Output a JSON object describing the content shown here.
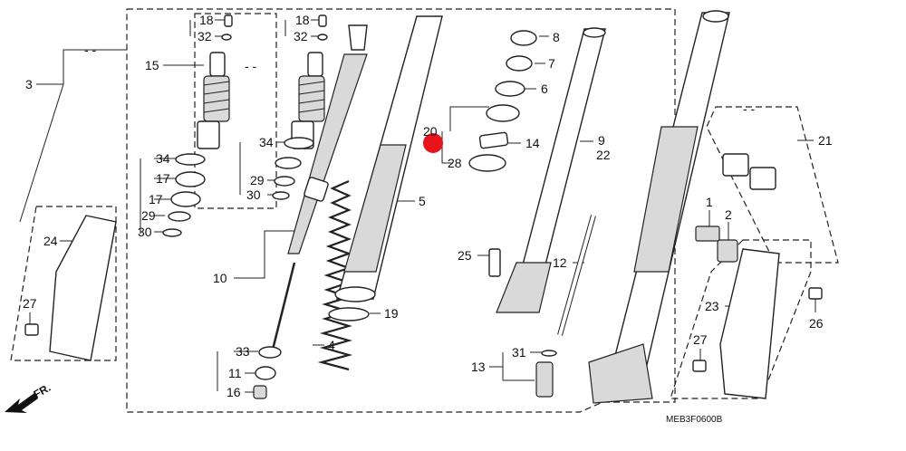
{
  "diagram": {
    "title_code": "MEB3F0600B",
    "direction_label": "FR.",
    "dash_mark": "- -",
    "callouts": [
      {
        "id": "c18a",
        "text": "18"
      },
      {
        "id": "c32a",
        "text": "32"
      },
      {
        "id": "c18b",
        "text": "18"
      },
      {
        "id": "c32b",
        "text": "32"
      },
      {
        "id": "c15",
        "text": "15"
      },
      {
        "id": "c3",
        "text": "3"
      },
      {
        "id": "c34a",
        "text": "34"
      },
      {
        "id": "c17a",
        "text": "17"
      },
      {
        "id": "c17b",
        "text": "17"
      },
      {
        "id": "c29a",
        "text": "29"
      },
      {
        "id": "c30a",
        "text": "30"
      },
      {
        "id": "c34b",
        "text": "34"
      },
      {
        "id": "c29b",
        "text": "29"
      },
      {
        "id": "c30b",
        "text": "30"
      },
      {
        "id": "c24",
        "text": "24"
      },
      {
        "id": "c27a",
        "text": "27"
      },
      {
        "id": "c10",
        "text": "10"
      },
      {
        "id": "c33",
        "text": "33"
      },
      {
        "id": "c11",
        "text": "11"
      },
      {
        "id": "c16",
        "text": "16"
      },
      {
        "id": "c4",
        "text": "4"
      },
      {
        "id": "c19",
        "text": "19"
      },
      {
        "id": "c5",
        "text": "5"
      },
      {
        "id": "c20",
        "text": "20"
      },
      {
        "id": "c28",
        "text": "28"
      },
      {
        "id": "c14",
        "text": "14"
      },
      {
        "id": "c8",
        "text": "8"
      },
      {
        "id": "c7",
        "text": "7"
      },
      {
        "id": "c6",
        "text": "6"
      },
      {
        "id": "c9",
        "text": "9"
      },
      {
        "id": "c22",
        "text": "22"
      },
      {
        "id": "c25",
        "text": "25"
      },
      {
        "id": "c12",
        "text": "12"
      },
      {
        "id": "c31",
        "text": "31"
      },
      {
        "id": "c13",
        "text": "13"
      },
      {
        "id": "c21",
        "text": "21"
      },
      {
        "id": "c1",
        "text": "1"
      },
      {
        "id": "c2",
        "text": "2"
      },
      {
        "id": "c23",
        "text": "23"
      },
      {
        "id": "c26",
        "text": "26"
      },
      {
        "id": "c27b",
        "text": "27"
      }
    ],
    "colors": {
      "line": "#222222",
      "highlight": "#e8141c",
      "shade": "#d9d9d9"
    }
  }
}
